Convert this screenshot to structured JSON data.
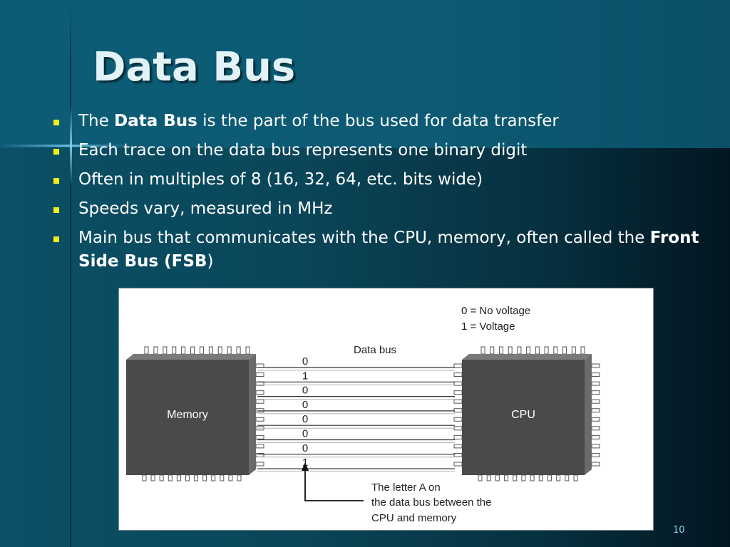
{
  "slide": {
    "title": "Data Bus",
    "page_number": "10"
  },
  "bullets": [
    {
      "pre": "The ",
      "bold": "Data Bus",
      "post": " is the part of the bus used for data transfer"
    },
    {
      "text": "Each trace on the data bus represents one binary digit"
    },
    {
      "text": "Often in multiples of 8 (16, 32, 64, etc. bits wide)"
    },
    {
      "text": "Speeds vary, measured in MHz"
    },
    {
      "pre": "Main bus that communicates with the CPU, memory, often called the ",
      "bold": "Front Side Bus (FSB",
      "post": ")"
    }
  ],
  "diagram": {
    "legend_line1": "0 = No voltage",
    "legend_line2": "1 = Voltage",
    "bus_label": "Data bus",
    "memory_label": "Memory",
    "cpu_label": "CPU",
    "bits": [
      "0",
      "1",
      "0",
      "0",
      "0",
      "0",
      "0",
      "1"
    ],
    "caption_line1": "The letter A on",
    "caption_line2": "the data bus between the",
    "caption_line3": "CPU and memory"
  },
  "colors": {
    "bullet_marker": "#f5ed1a",
    "chip_fill": "#4a4a4a",
    "title_text": "#e2f3f8"
  }
}
